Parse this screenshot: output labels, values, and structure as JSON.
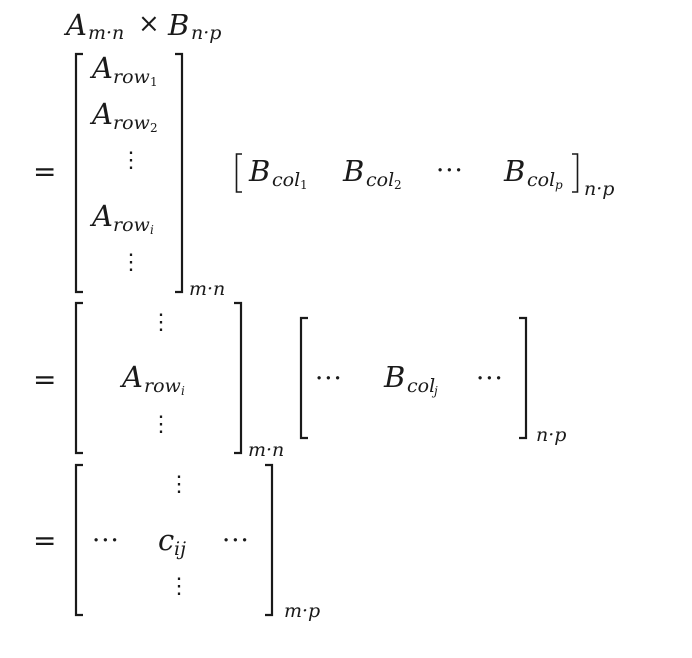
{
  "line0": {
    "A": "A",
    "A_sub": "m·n",
    "times": "×",
    "B": "B",
    "B_sub": "n·p"
  },
  "equals": "=",
  "line1": {
    "left_rows": [
      {
        "base": "A",
        "sub": "row",
        "subsub": "1"
      },
      {
        "base": "A",
        "sub": "row",
        "subsub": "2"
      },
      {
        "base": "A",
        "sub": "row",
        "subsub": "i"
      }
    ],
    "vdots": "⋮",
    "left_dim": "m·n",
    "right_cols": [
      {
        "base": "B",
        "sub": "col",
        "subsub": "1"
      },
      {
        "base": "B",
        "sub": "col",
        "subsub": "2"
      },
      {
        "base": "B",
        "sub": "col",
        "subsub": "p"
      }
    ],
    "hdots": "···",
    "right_dim": "n·p"
  },
  "line2": {
    "left_entry": {
      "base": "A",
      "sub": "row",
      "subsub": "i"
    },
    "left_dim": "m·n",
    "right_entry": {
      "base": "B",
      "sub": "col",
      "subsub": "j"
    },
    "right_dim": "n·p",
    "vdots": "⋮",
    "hdots": "···"
  },
  "line3": {
    "entry": {
      "base": "c",
      "sub": "ij"
    },
    "dim": "m·p",
    "vdots": "⋮",
    "hdots": "···"
  }
}
